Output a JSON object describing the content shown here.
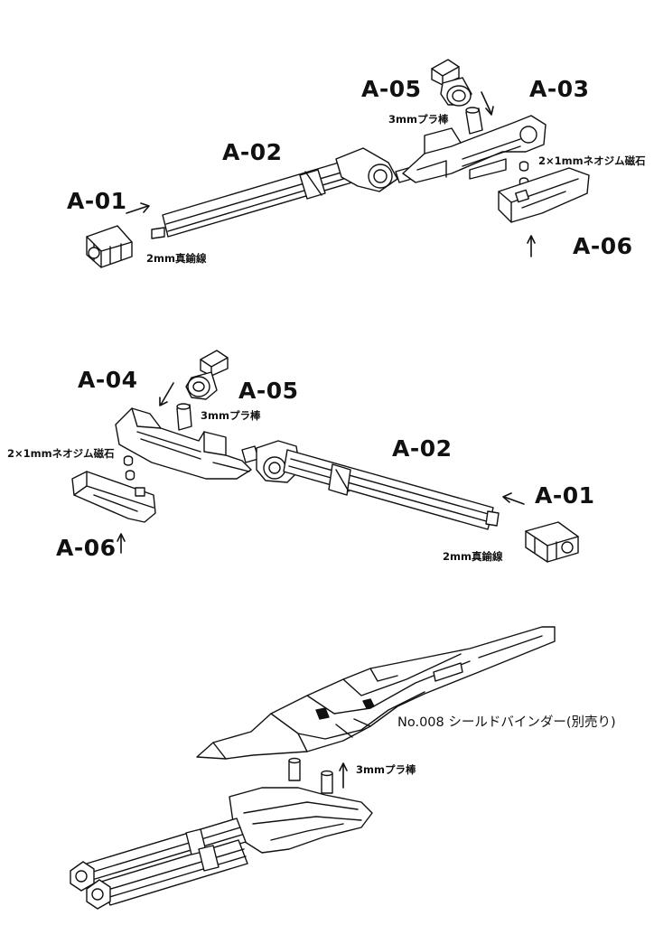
{
  "diagram1": {
    "label_a01": "A-01",
    "label_a02": "A-02",
    "label_a03": "A-03",
    "label_a05": "A-05",
    "label_a06": "A-06",
    "note_plastic_rod": "3mmプラ棒",
    "note_magnet": "2×1mmネオジム磁石",
    "note_brass_wire": "2mm真鍮線"
  },
  "diagram2": {
    "label_a04": "A-04",
    "label_a05": "A-05",
    "label_a02": "A-02",
    "label_a01": "A-01",
    "label_a06": "A-06",
    "note_plastic_rod": "3mmプラ棒",
    "note_magnet": "2×1mmネオジム磁石",
    "note_brass_wire": "2mm真鍮線"
  },
  "diagram3": {
    "note_product": "No.008 シールドバインダー(別売り)",
    "note_plastic_rod": "3mmプラ棒"
  }
}
